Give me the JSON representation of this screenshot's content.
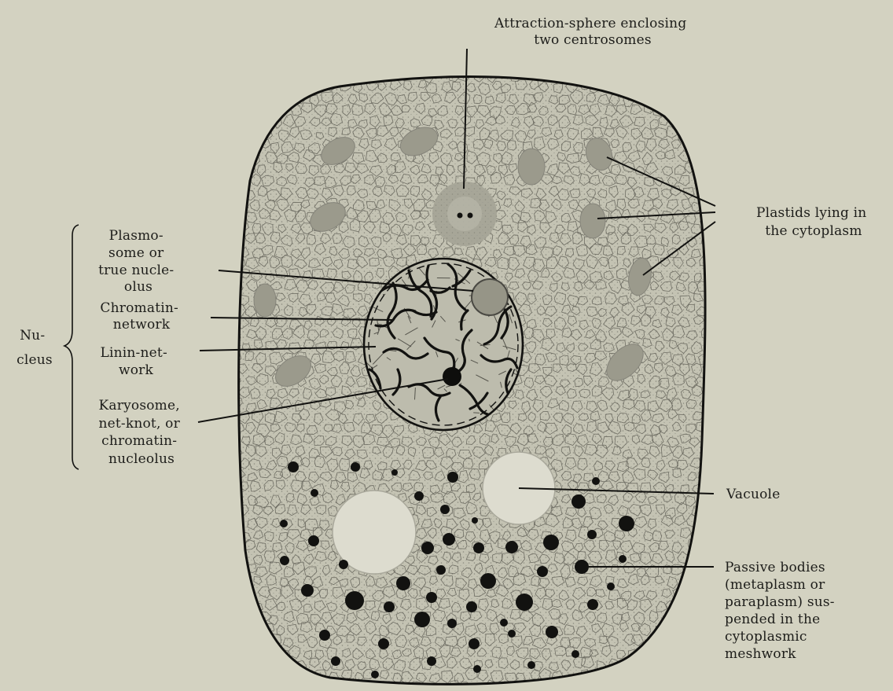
{
  "labels": {
    "attraction_sphere": [
      "Attraction-sphere enclosing",
      "two centrosomes"
    ],
    "plastids": [
      "Plastids lying in",
      "the cytoplasm"
    ],
    "plasmosome": [
      "Plasmo-",
      "some or",
      "true nucle-",
      "olus"
    ],
    "chromatin_network": [
      "Chromatin-",
      "network"
    ],
    "linin_network": [
      "Linin-net-",
      "work"
    ],
    "karyosome": [
      "Karyosome,",
      "net-knot, or",
      "chromatin-",
      "nucleolus"
    ],
    "nucleus": [
      "Nu-",
      "cleus"
    ],
    "vacuole": [
      "Vacuole"
    ],
    "passive_bodies": [
      "Passive bodies",
      "(metaplasm or",
      "paraplasm) sus-",
      "pended in the",
      "cytoplasmic",
      "meshwork"
    ]
  },
  "colors": {
    "background": "#d3d2c1",
    "cytoplasm": "#c4c3b3",
    "meshwork": "#6e6d63",
    "ink": "#121210",
    "plastid": "#9b9a8c",
    "vacuole": "#dddccf"
  }
}
